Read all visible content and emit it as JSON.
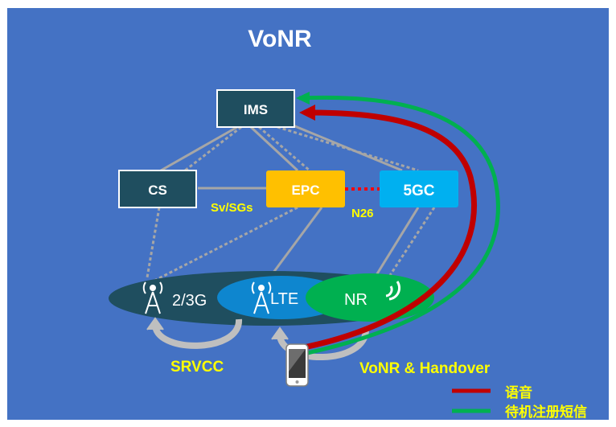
{
  "title": "VoNR",
  "nodes": {
    "ims": "IMS",
    "cs": "CS",
    "epc": "EPC",
    "fivegc": "5GC"
  },
  "radio": {
    "g23": "2/3G",
    "lte": "LTE",
    "nr": "NR"
  },
  "links": {
    "sv_sgs": "Sv/SGs",
    "n26": "N26"
  },
  "captions": {
    "srvcc": "SRVCC",
    "vonr_handover": "VoNR & Handover"
  },
  "legend": [
    {
      "label": "语音",
      "color": "#c00000"
    },
    {
      "label": "待机注册短信",
      "color": "#00b050"
    }
  ],
  "colors": {
    "background": "#4472c4",
    "core_box": "#1f4e5f",
    "epc": "#ffc000",
    "fivegc": "#00b0f0",
    "label_yellow": "#ffff00",
    "voice_path": "#c00000",
    "idle_path": "#00b050",
    "n26_dotted": "#ff0000",
    "interface_line": "#a6a6a6"
  },
  "icons": [
    "tower-icon",
    "wifi-signal-icon",
    "phone-icon",
    "handover-arrow-icon"
  ]
}
